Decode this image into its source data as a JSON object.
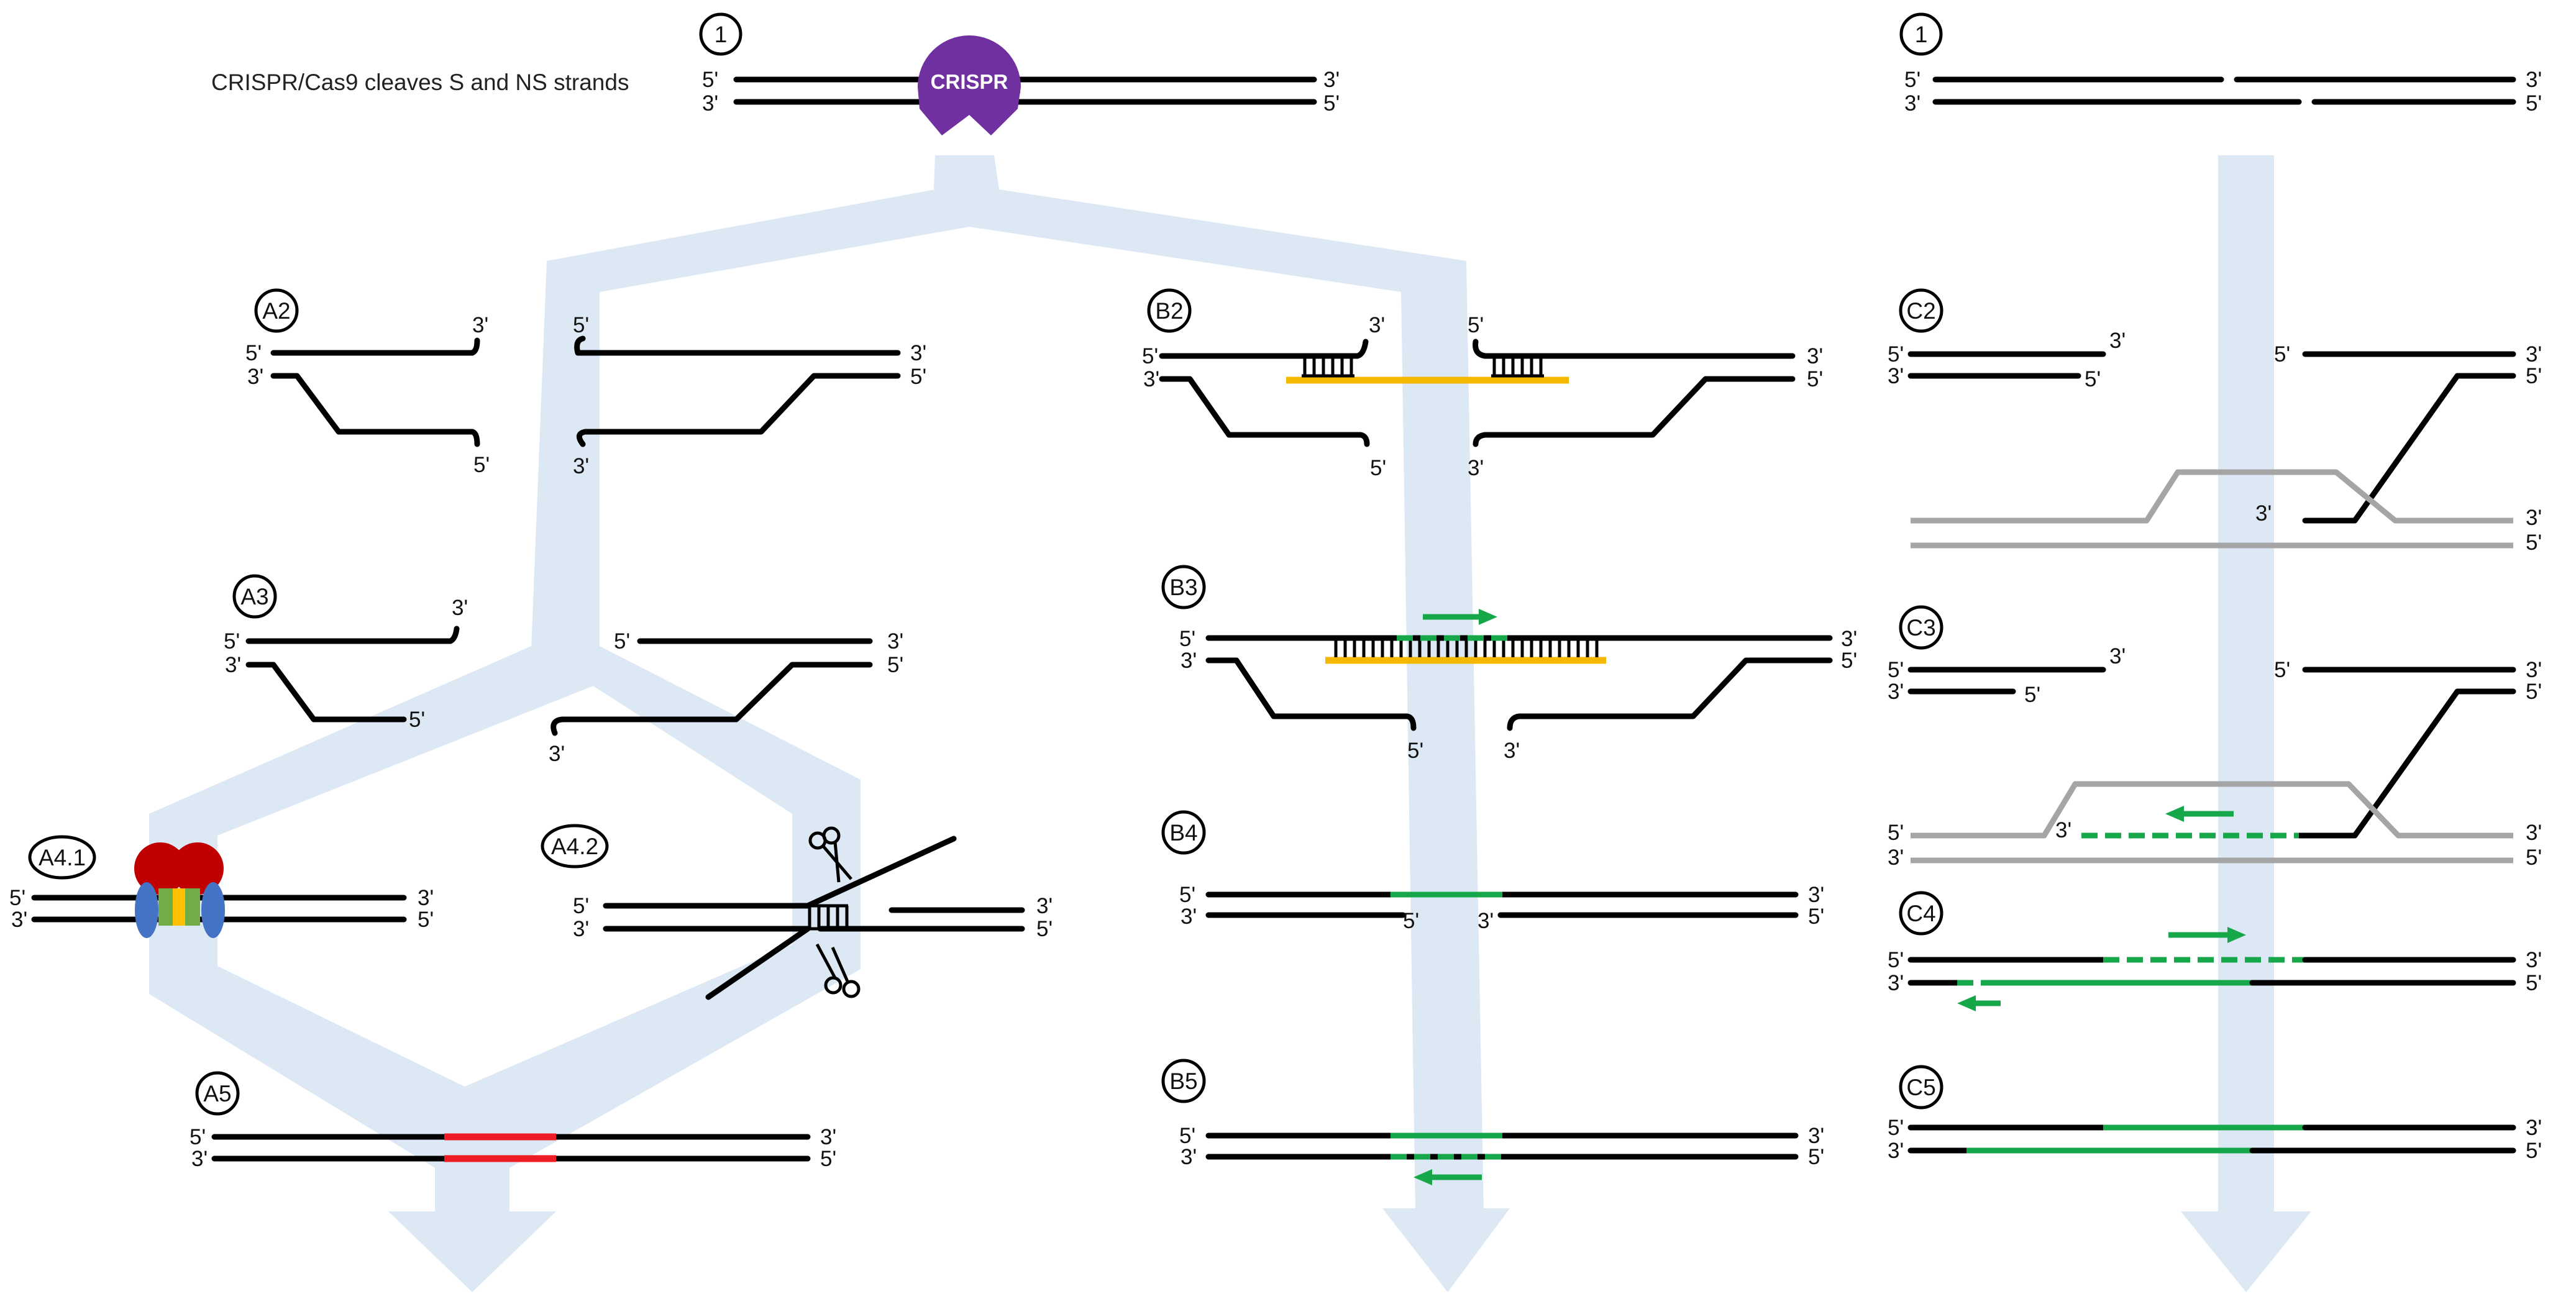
{
  "caption": "CRISPR/Cas9 cleaves S and NS strands",
  "crispr_label": "CRISPR",
  "colors": {
    "flow": "#dce8f4",
    "crispr": "#7030a0",
    "green": "#17a74b",
    "red": "#ee1c24",
    "yellow": "#f5b800",
    "gray": "#a5a5a5",
    "ku_red": "#c00000",
    "ku_blue": "#4472c4"
  },
  "labels": {
    "step1": "1",
    "step1c": "1",
    "a2": "A2",
    "a3": "A3",
    "a41": "A4.1",
    "a42": "A4.2",
    "a5": "A5",
    "b2": "B2",
    "b3": "B3",
    "b4": "B4",
    "b5": "B5",
    "c2": "C2",
    "c3": "C3",
    "c4": "C4",
    "c5": "C5"
  },
  "ends": {
    "five": "5'",
    "three": "3'"
  },
  "icons": [
    "crispr-cas9-icon",
    "ku-complex-icon",
    "scissors-icon",
    "arrow-icon"
  ]
}
